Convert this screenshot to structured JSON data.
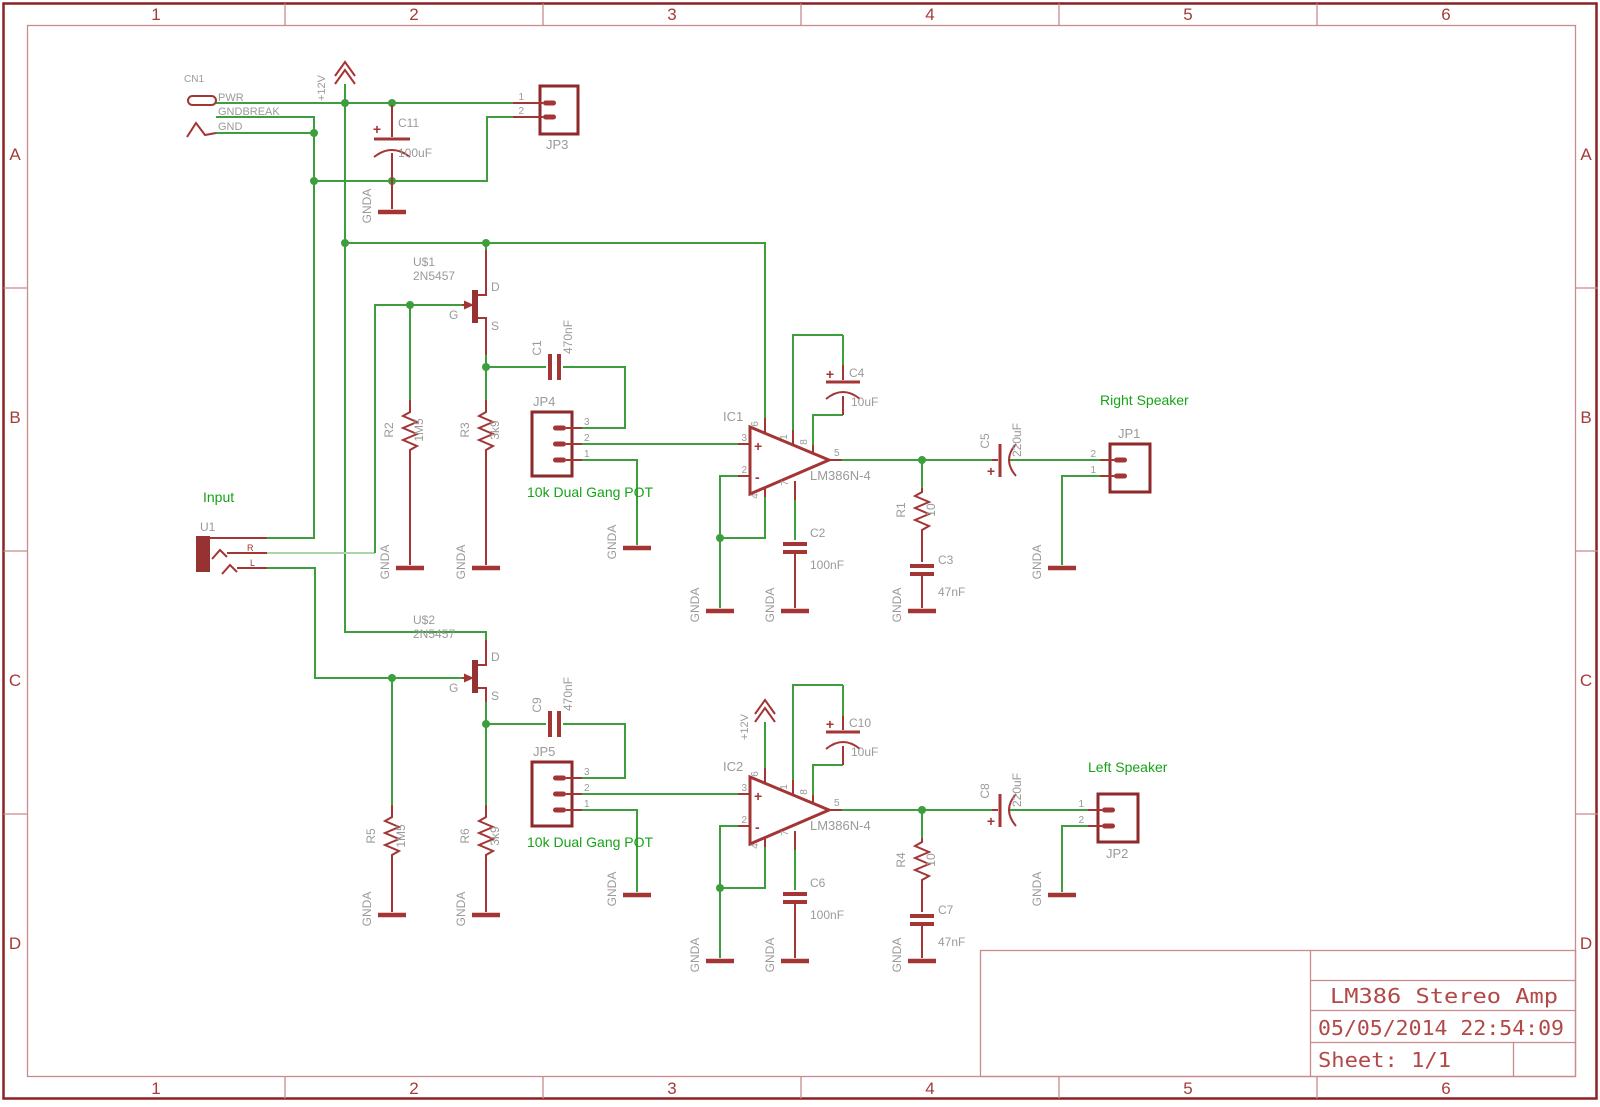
{
  "frame": {
    "columns": [
      "1",
      "2",
      "3",
      "4",
      "5",
      "6"
    ],
    "rows": [
      "A",
      "B",
      "C",
      "D"
    ]
  },
  "title_block": {
    "title": "LM386 Stereo Amp",
    "date": "05/05/2014 22:54:09",
    "sheet": "Sheet: 1/1"
  },
  "labels": {
    "gnda": "GNDA",
    "p12v": "+12V",
    "input": "Input",
    "pot": "10k Dual Gang POT",
    "right_speaker": "Right Speaker",
    "left_speaker": "Left Speaker",
    "plus": "+",
    "opamp_plus": "+",
    "opamp_minus": "-"
  },
  "cn1": {
    "ref": "CN1",
    "pin_pwr": "PWR",
    "pin_gndbreak": "GNDBREAK",
    "pin_gnd": "GND"
  },
  "input_jack": {
    "ref": "U1",
    "label": "Input",
    "pin_r": "R",
    "pin_l": "L"
  },
  "caps": {
    "c1": {
      "ref": "C1",
      "value": "470nF"
    },
    "c2": {
      "ref": "C2",
      "value": "100nF"
    },
    "c3": {
      "ref": "C3",
      "value": "47nF"
    },
    "c4": {
      "ref": "C4",
      "value": "10uF"
    },
    "c5": {
      "ref": "C5",
      "value": "220uF"
    },
    "c6": {
      "ref": "C6",
      "value": "100nF"
    },
    "c7": {
      "ref": "C7",
      "value": "47nF"
    },
    "c8": {
      "ref": "C8",
      "value": "220uF"
    },
    "c9": {
      "ref": "C9",
      "value": "470nF"
    },
    "c10": {
      "ref": "C10",
      "value": "10uF"
    },
    "c11": {
      "ref": "C11",
      "value": "100uF"
    }
  },
  "resistors": {
    "r1": {
      "ref": "R1",
      "value": "10"
    },
    "r2": {
      "ref": "R2",
      "value": "1M5"
    },
    "r3": {
      "ref": "R3",
      "value": "3k9"
    },
    "r4": {
      "ref": "R4",
      "value": "10"
    },
    "r5": {
      "ref": "R5",
      "value": "1M5"
    },
    "r6": {
      "ref": "R6",
      "value": "3k9"
    }
  },
  "transistors": {
    "q1": {
      "ref": "U$1",
      "part": "2N5457"
    },
    "q2": {
      "ref": "U$2",
      "part": "2N5457"
    },
    "pin_d": "D",
    "pin_g": "G",
    "pin_s": "S"
  },
  "ics": {
    "ic1": {
      "ref": "IC1",
      "part": "LM386N-4"
    },
    "ic2": {
      "ref": "IC2",
      "part": "LM386N-4"
    },
    "pins": {
      "p1": "1",
      "p2": "2",
      "p3": "3",
      "p4": "4",
      "p5": "5",
      "p6": "6",
      "p7": "7",
      "p8": "8"
    }
  },
  "headers": {
    "jp1": {
      "ref": "JP1",
      "pins": [
        "2",
        "1"
      ]
    },
    "jp2": {
      "ref": "JP2",
      "pins": [
        "1",
        "2"
      ]
    },
    "jp3": {
      "ref": "JP3",
      "pins": [
        "1",
        "2"
      ]
    },
    "jp4": {
      "ref": "JP4",
      "pins": [
        "3",
        "2",
        "1"
      ]
    },
    "jp5": {
      "ref": "JP5",
      "pins": [
        "3",
        "2",
        "1"
      ]
    }
  },
  "colors": {
    "wire_green": "#3c9e3c",
    "wire_highlight": "#aad6aa",
    "component_red": "#a33535",
    "component_dark_red": "#8e2a2a",
    "frame_line_red": "#c98b8b",
    "border_dark_red": "#8c2022",
    "annotation_gray": "#9a9a9a",
    "comment_green": "#17a317",
    "titleblock_red": "#b24848",
    "background": "#ffffff"
  }
}
